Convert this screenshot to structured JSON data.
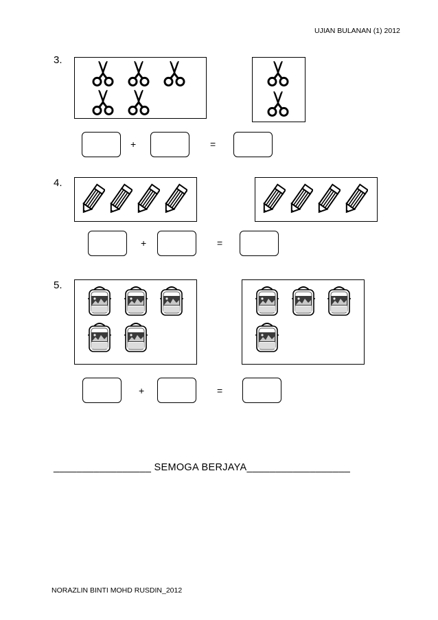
{
  "header": {
    "title": "UJIAN BULANAN (1) 2012"
  },
  "questions": [
    {
      "number": "3.",
      "left_picture": "scissors-icon",
      "left_count": 5,
      "right_picture": "scissors-icon",
      "right_count": 2
    },
    {
      "number": "4.",
      "left_picture": "pencil-icon",
      "left_count": 4,
      "right_picture": "pencil-icon",
      "right_count": 4
    },
    {
      "number": "5.",
      "left_picture": "school-bag-icon",
      "left_count": 5,
      "right_picture": "school-bag-icon",
      "right_count": 4
    }
  ],
  "operators": {
    "plus": "+",
    "equals": "="
  },
  "closing": {
    "text": "_________________ SEMOGA BERJAYA__________________"
  },
  "footer": {
    "author": "NORAZLIN BINTI MOHD RUSDIN_2012"
  }
}
